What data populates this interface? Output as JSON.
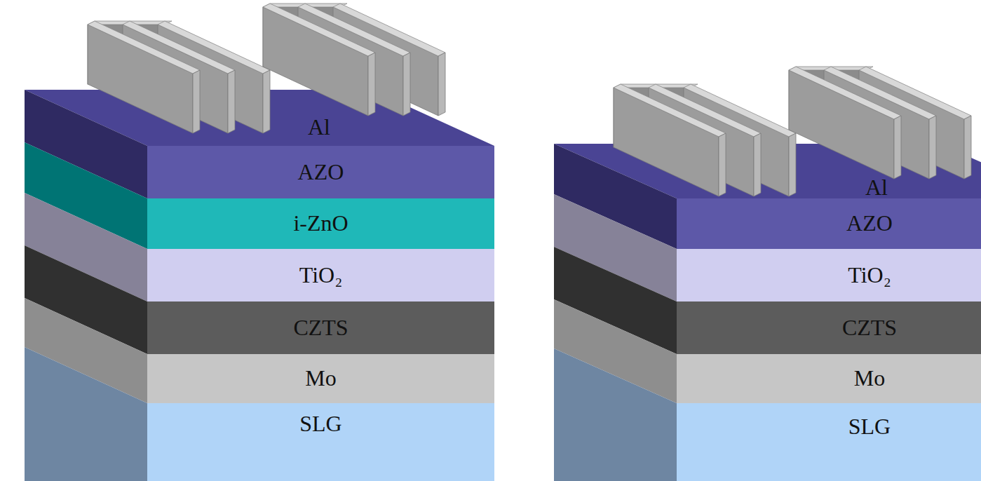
{
  "diagram": {
    "nodes": [
      {
        "text": [
          "AZO"
        ]
      },
      {
        "text": [
          "i-ZnO"
        ]
      },
      {
        "text": [
          "TiO₂"
        ]
      },
      {
        "text": [
          "CZTS"
        ]
      },
      {
        "text": [
          "Mo"
        ]
      },
      {
        "text": [
          "SLG"
        ]
      },
      {
        "text": [
          "AZO"
        ]
      },
      {
        "text": [
          "TiO₂"
        ]
      },
      {
        "text": [
          "CZTS"
        ]
      },
      {
        "text": [
          "Mo"
        ]
      },
      {
        "text": [
          "SLG"
        ]
      }
    ],
    "labels": [
      "Al",
      "Al"
    ]
  }
}
